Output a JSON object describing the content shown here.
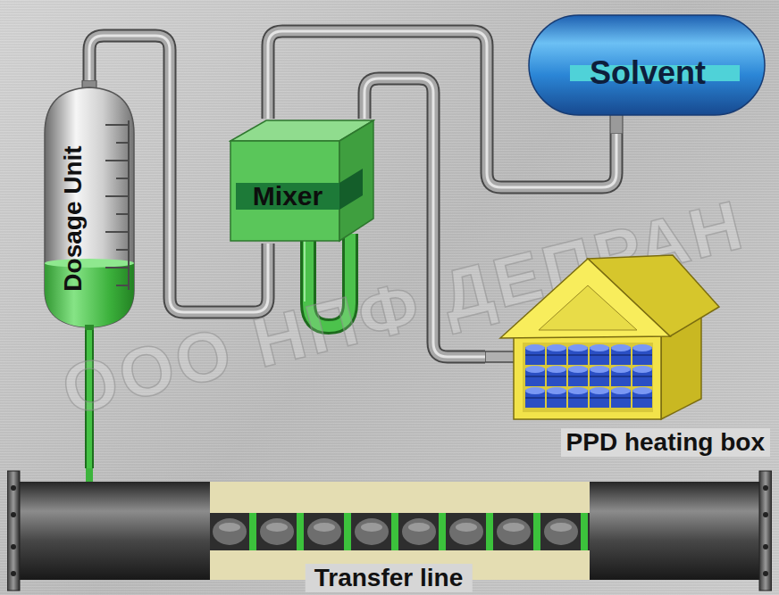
{
  "diagram": {
    "nodes": [
      {
        "text": [
          "Dosage Unit"
        ]
      },
      {
        "text": [
          "Mixer"
        ]
      },
      {
        "text": [
          "Solvent"
        ]
      },
      {
        "text": [
          "PPD heating box"
        ]
      },
      {
        "text": [
          "Transfer line"
        ]
      }
    ],
    "edges": [
      {
        "from": 0,
        "to": 1,
        "arrow": "none"
      },
      {
        "from": 1,
        "to": 2,
        "arrow": "none"
      },
      {
        "from": 1,
        "to": 3,
        "arrow": "none"
      },
      {
        "from": 0,
        "to": 4,
        "arrow": "none"
      }
    ],
    "labels": [
      "ООО НПФ ДЕПРАН"
    ]
  }
}
